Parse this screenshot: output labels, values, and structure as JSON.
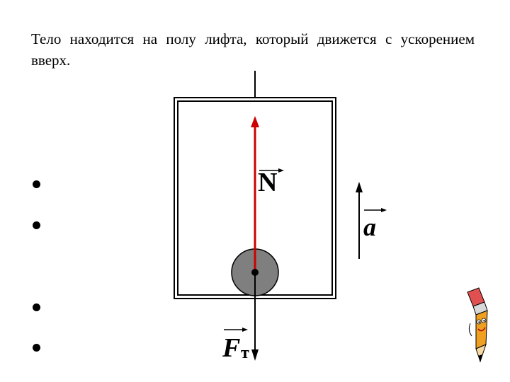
{
  "problem": {
    "text": "Тело находится на полу лифта, который движется с ускорением вверх."
  },
  "labels": {
    "normal_force": "N",
    "acceleration": "a",
    "gravity_force": "F",
    "gravity_subscript": "т"
  },
  "colors": {
    "normal_force_arrow": "#cc0000",
    "body_fill": "#7f7f7f",
    "lines": "#000000"
  },
  "icons": {
    "mascot": "pencil-mascot-icon"
  }
}
